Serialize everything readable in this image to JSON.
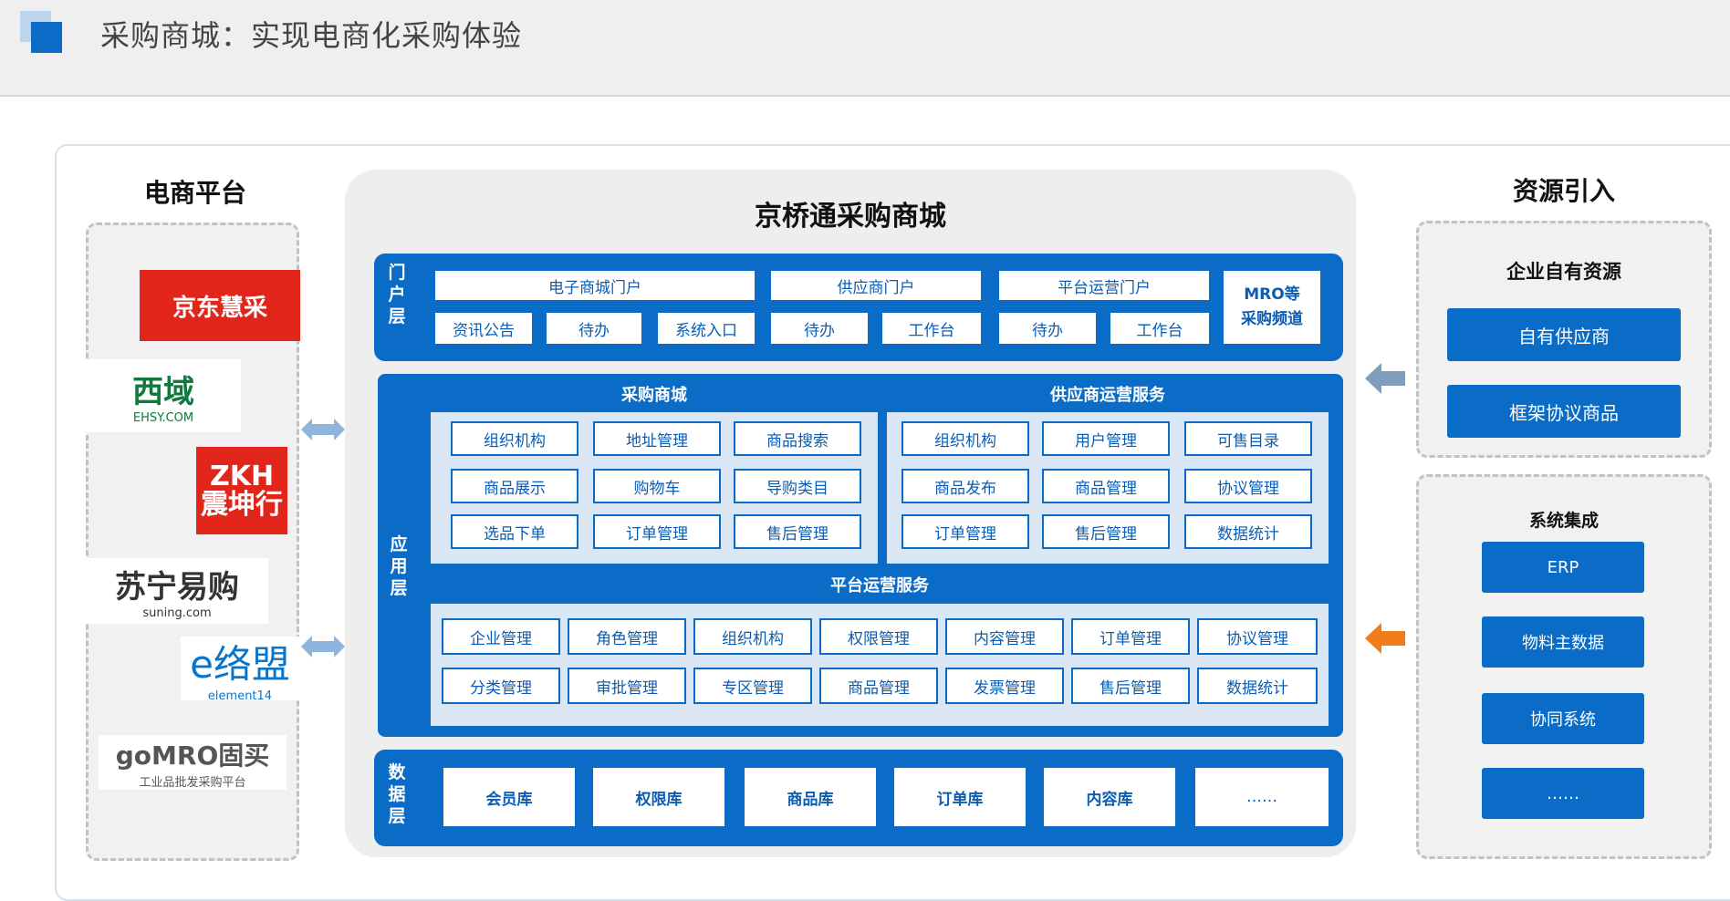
{
  "header": {
    "title": "采购商城：实现电商化采购体验"
  },
  "left": {
    "title": "电商平台",
    "brands": [
      {
        "name": "京东慧采"
      },
      {
        "name": "西域",
        "sub": "EHSY.COM"
      },
      {
        "name_top": "ZKH",
        "name_bottom": "震坤行"
      },
      {
        "name": "苏宁易购",
        "sub": "suning.com"
      },
      {
        "name": "e络盟",
        "sub": "element14"
      },
      {
        "name": "goMRO固买",
        "sub": "工业品批发采购平台"
      }
    ]
  },
  "center": {
    "title": "京桥通采购商城",
    "portal": {
      "label": "门户层",
      "headers": [
        "电子商城门户",
        "供应商门户",
        "平台运营门户"
      ],
      "mro": "MRO等采购频道",
      "mro_line1": "MRO等",
      "mro_line2": "采购频道",
      "items": [
        "资讯公告",
        "待办",
        "系统入口",
        "待办",
        "工作台",
        "待办",
        "工作台"
      ]
    },
    "app": {
      "label": "应用层",
      "mall": {
        "title": "采购商城",
        "modules": [
          "组织机构",
          "地址管理",
          "商品搜索",
          "商品展示",
          "购物车",
          "导购类目",
          "选品下单",
          "订单管理",
          "售后管理"
        ]
      },
      "supplier": {
        "title": "供应商运营服务",
        "modules": [
          "组织机构",
          "用户管理",
          "可售目录",
          "商品发布",
          "商品管理",
          "协议管理",
          "订单管理",
          "售后管理",
          "数据统计"
        ]
      },
      "platform": {
        "title": "平台运营服务",
        "modules": [
          "企业管理",
          "角色管理",
          "组织机构",
          "权限管理",
          "内容管理",
          "订单管理",
          "协议管理",
          "分类管理",
          "审批管理",
          "专区管理",
          "商品管理",
          "发票管理",
          "售后管理",
          "数据统计"
        ]
      }
    },
    "data": {
      "label": "数据层",
      "stores": [
        "会员库",
        "权限库",
        "商品库",
        "订单库",
        "内容库",
        "……"
      ]
    }
  },
  "right": {
    "title": "资源引入",
    "own": {
      "title": "企业自有资源",
      "items": [
        "自有供应商",
        "框架协议商品"
      ]
    },
    "integration": {
      "title": "系统集成",
      "items": [
        "ERP",
        "物料主数据",
        "协同系统",
        "……"
      ]
    }
  },
  "colors": {
    "brand_blue": "#0a6cc6",
    "light_blue": "#dae6f3",
    "arrow_gray": "#7f9dbd",
    "arrow_orange": "#f07c1a",
    "arrow_light": "#8fb4de"
  }
}
